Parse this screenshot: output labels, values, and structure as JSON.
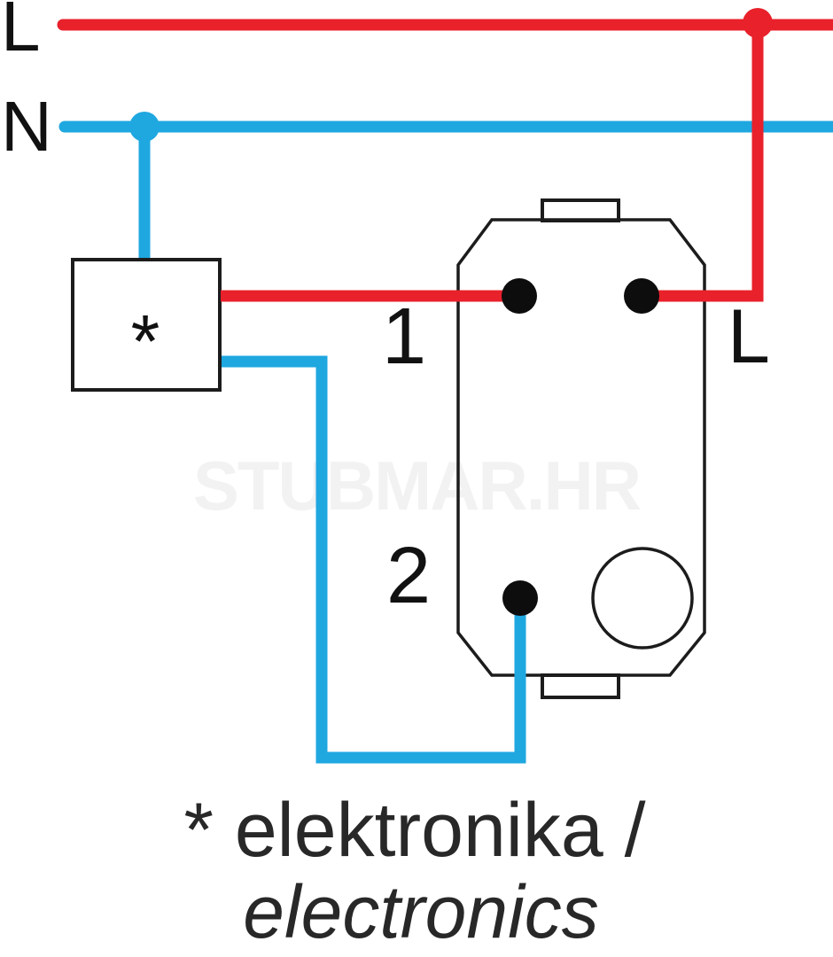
{
  "colors": {
    "live_wire": "#e8212b",
    "neutral_wire": "#1fa7e0",
    "terminal_dot": "#0d0d0d",
    "outline": "#1c1c1c",
    "label_text": "#111111",
    "watermark": "#f2f2f2",
    "caption_text": "#282828"
  },
  "bus": {
    "live_label": "L",
    "neutral_label": "N"
  },
  "device": {
    "terminal_1_label": "1",
    "terminal_2_label": "2",
    "terminal_l_label": "L"
  },
  "component_box": {
    "symbol": "*"
  },
  "watermark_text": "STUBMAR.HR",
  "caption": {
    "line1": "* elektronika /",
    "line2": "electronics"
  }
}
